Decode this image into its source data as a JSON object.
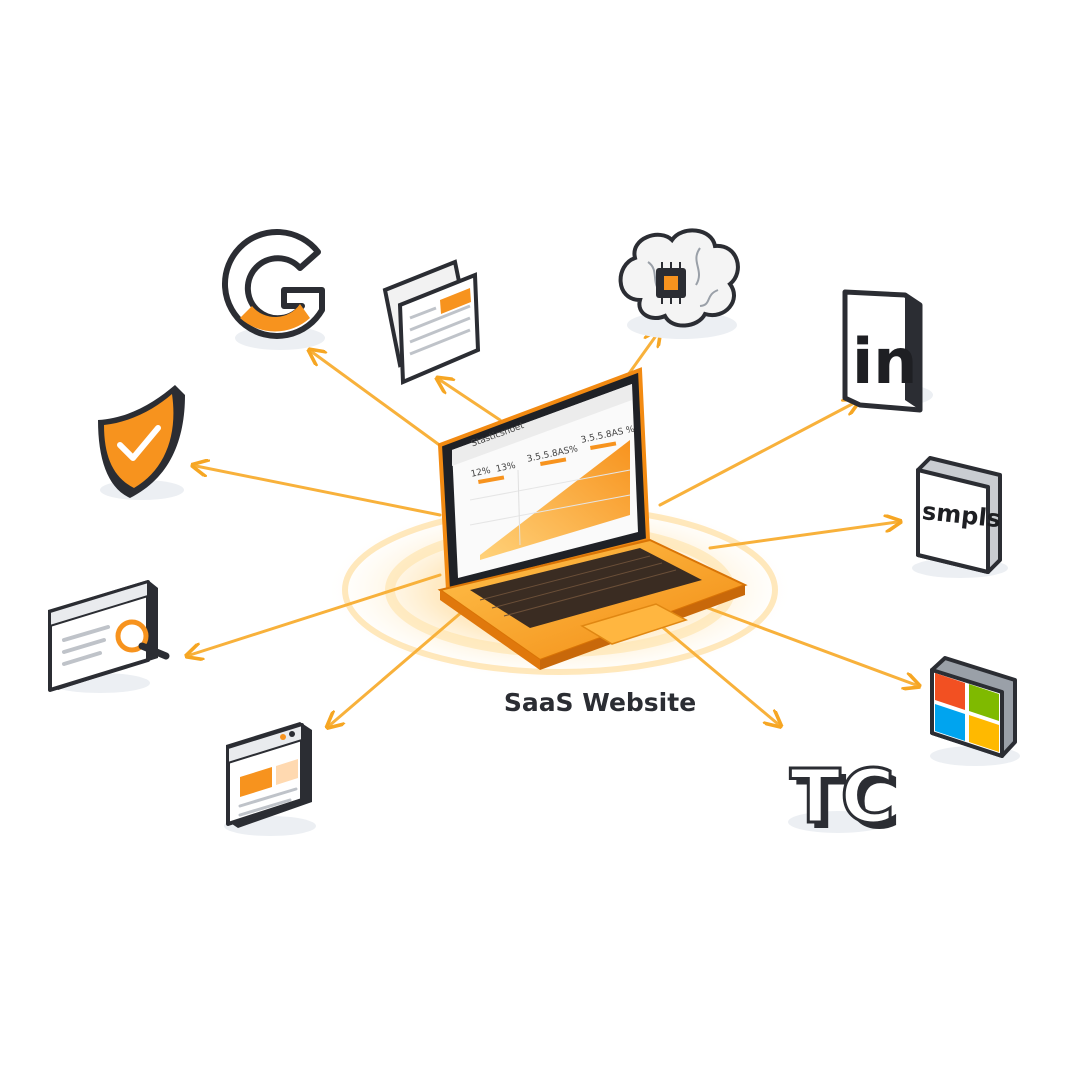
{
  "diagram": {
    "caption": "SaaS Website",
    "screen": {
      "header": "Stasticsnoet",
      "stat_a": "12%",
      "stat_b": "13%",
      "stat_c": "3.5.5.8AS%",
      "stat_d": "3.5.5.8AS %"
    },
    "logos": {
      "linkedin": "in",
      "smpls": "smpls",
      "tc": "TC",
      "google": "G"
    },
    "colors": {
      "accent": "#f7931e",
      "accent_light": "#ffc65a",
      "dark": "#2b2d33",
      "ms_red": "#f25022",
      "ms_green": "#7fba00",
      "ms_blue": "#00a4ef",
      "ms_yellow": "#ffb900"
    },
    "icons": [
      "google-logo-icon",
      "document-pages-icon",
      "ai-brain-chip-icon",
      "linkedin-logo-icon",
      "security-shield-icon",
      "smpls-logo-icon",
      "browser-search-icon",
      "microsoft-logo-icon",
      "browser-window-icon",
      "tc-logo-icon",
      "laptop-dashboard-icon"
    ]
  }
}
